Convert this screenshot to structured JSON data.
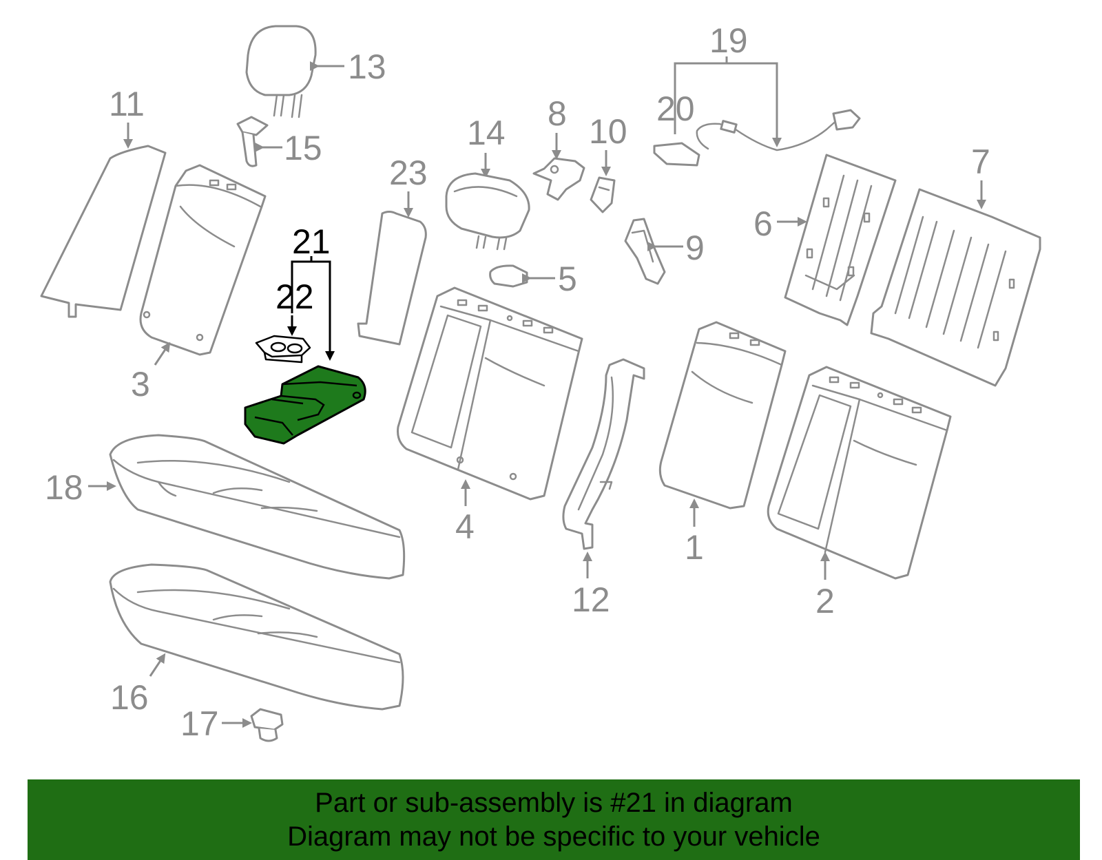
{
  "diagram": {
    "highlight_color": "#1e7a1c",
    "line_color": "#8c8c8c",
    "callouts": {
      "c1": "1",
      "c2": "2",
      "c3": "3",
      "c4": "4",
      "c5": "5",
      "c6": "6",
      "c7": "7",
      "c8": "8",
      "c9": "9",
      "c10": "10",
      "c11": "11",
      "c12": "12",
      "c13": "13",
      "c14": "14",
      "c15": "15",
      "c16": "16",
      "c17": "17",
      "c18": "18",
      "c19": "19",
      "c20": "20",
      "c21": "21",
      "c22": "22",
      "c23": "23"
    },
    "highlighted_part": "21"
  },
  "banner": {
    "color": "#1f6e14",
    "line1": "Part or sub-assembly is #21 in diagram",
    "line2": "Diagram may not be specific to your vehicle"
  }
}
